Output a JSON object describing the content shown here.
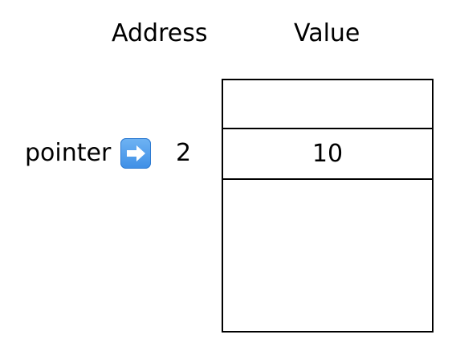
{
  "headers": {
    "address": "Address",
    "value": "Value"
  },
  "pointer": {
    "label": "pointer",
    "icon": "right-arrow-icon",
    "address": "2"
  },
  "memory": {
    "cells": [
      {
        "value": ""
      },
      {
        "value": "10"
      },
      {
        "value": ""
      }
    ]
  },
  "colors": {
    "arrow_icon": "#4a9bea"
  }
}
